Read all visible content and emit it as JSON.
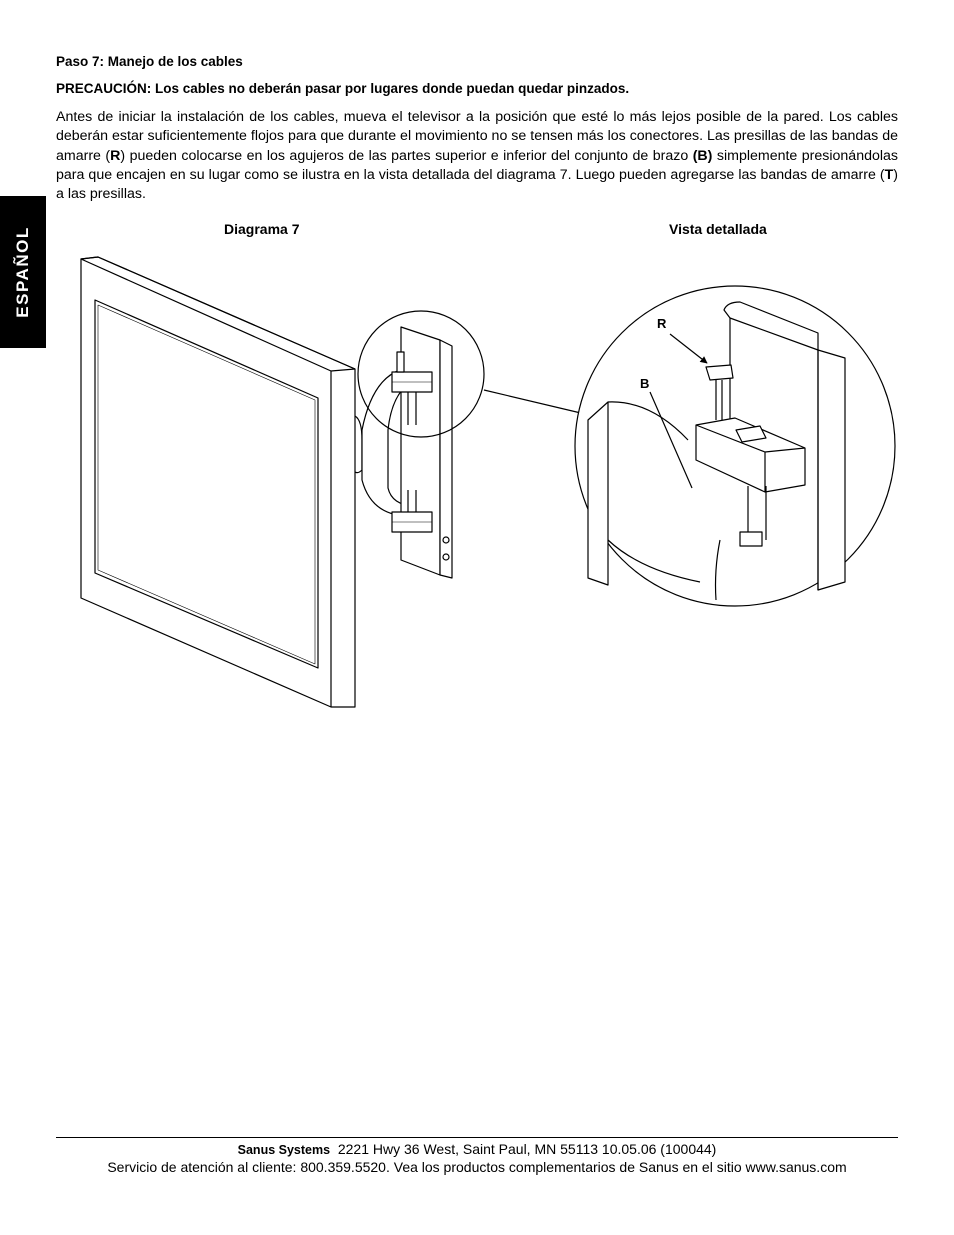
{
  "side_tab": {
    "label": "ESPAÑOL"
  },
  "step": {
    "title": "Paso 7: Manejo de los cables"
  },
  "caution": {
    "text": "PRECAUCIÓN: Los cables no deberán pasar por lugares donde puedan quedar pinzados."
  },
  "body": {
    "part1": "Antes de iniciar la instalación de los cables, mueva el televisor a la posición que esté lo más lejos posible de la pared. Los cables deberán estar suficientemente flojos para que durante el movimiento no se tensen más los conectores. Las presillas de las bandas de amarre (",
    "r": "R",
    "part2": ") pueden colocarse en los agujeros de las partes superior e inferior del conjunto de brazo ",
    "b": "(B)",
    "part3": " simplemente presionándolas para que encajen en su lugar como se ilustra en la vista detallada del diagrama 7. Luego pueden agregarse las bandas de amarre (",
    "t": "T",
    "part4": ") a las presillas."
  },
  "figures": {
    "diagram_title": "Diagrama 7",
    "detail_title": "Vista detallada",
    "callout_r": "R",
    "callout_b": "B"
  },
  "footer": {
    "company": "Sanus Systems",
    "address": "2221 Hwy 36 West, Saint Paul, MN 55113  10.05.06 (100044)",
    "service": "Servicio de atención al cliente: 800.359.5520. Vea los productos complementarios de Sanus en el sitio www.sanus.com"
  }
}
